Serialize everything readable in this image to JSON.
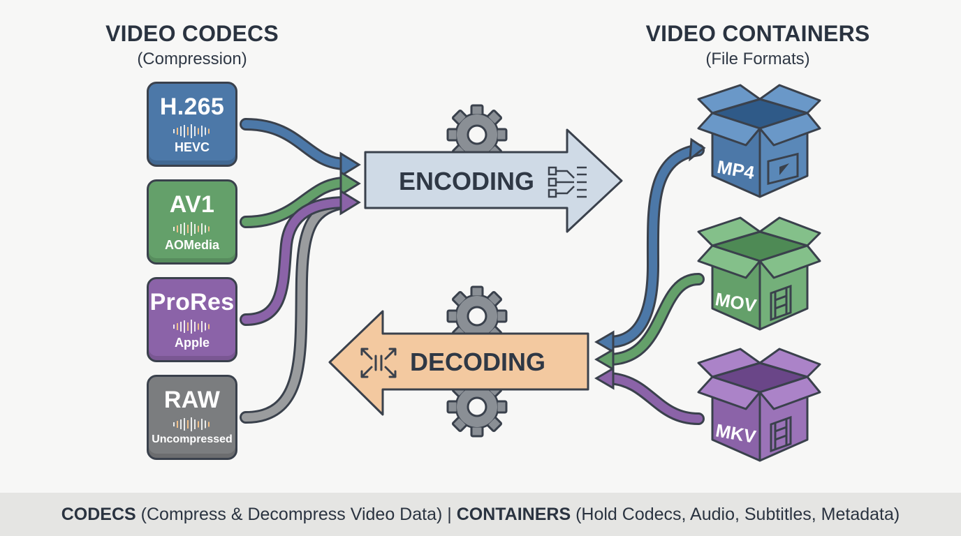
{
  "codecs_heading": {
    "title": "VIDEO CODECS",
    "subtitle": "(Compression)"
  },
  "containers_heading": {
    "title": "VIDEO CONTAINERS",
    "subtitle": "(File Formats)"
  },
  "codecs": [
    {
      "name": "H.265",
      "sub": "HEVC",
      "color": "#4c78a8"
    },
    {
      "name": "AV1",
      "sub": "AOMedia",
      "color": "#64a06a"
    },
    {
      "name": "ProRes",
      "sub": "Apple",
      "color": "#8b63a8"
    },
    {
      "name": "RAW",
      "sub": "Uncompressed",
      "color": "#7b7d7f"
    }
  ],
  "process": {
    "encoding": "ENCODING",
    "decoding": "DECODING"
  },
  "containers": [
    {
      "label": "MP4",
      "color": "#4c78a8"
    },
    {
      "label": "MOV",
      "color": "#64a06a"
    },
    {
      "label": "MKV",
      "color": "#8b63a8"
    }
  ],
  "colors": {
    "encoding_arrow": "#cfdae6",
    "decoding_arrow": "#f3c9a0",
    "gear": "#8a8f95",
    "outline": "#3a414c"
  },
  "footer": {
    "codecs_label": "CODECS",
    "codecs_desc": " (Compress & Decompress Video Data) | ",
    "containers_label": "CONTAINERS",
    "containers_desc": " (Hold Codecs, Audio, Subtitles, Metadata)"
  }
}
